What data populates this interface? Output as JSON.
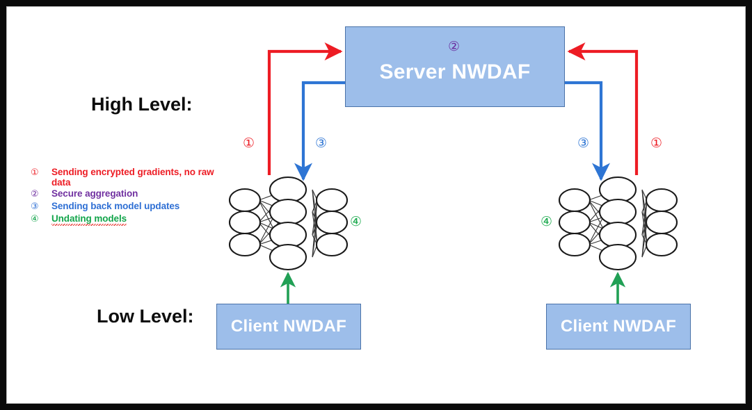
{
  "diagram": {
    "title_high": "High Level:",
    "title_low": "Low Level:",
    "server": {
      "label": "Server NWDAF",
      "marker": "②",
      "fill": "#9DBEEA",
      "border": "#4A72A8",
      "text_color": "#FFFFFF"
    },
    "clients": [
      {
        "label": "Client NWDAF"
      },
      {
        "label": "Client NWDAF"
      }
    ],
    "markers": {
      "step1_left": "①",
      "step3_left": "③",
      "step3_right": "③",
      "step1_right": "①",
      "step4_left": "④",
      "step4_right": "④"
    },
    "legend": [
      {
        "num": "①",
        "text": "Sending encrypted gradients, no raw data",
        "color": "#ED1C24",
        "misspelled": false
      },
      {
        "num": "②",
        "text": "Secure aggregation",
        "color": "#7030A0",
        "misspelled": false
      },
      {
        "num": "③",
        "text": "Sending back model updates",
        "color": "#2E6FD4",
        "misspelled": false
      },
      {
        "num": "④",
        "text": "Undating models",
        "color": "#13A54B",
        "misspelled": true
      }
    ],
    "arrow_colors": {
      "upload": "#ED1C24",
      "download": "#2E75D4",
      "update": "#21A055"
    },
    "network": {
      "layers": [
        3,
        4,
        3
      ],
      "node_stroke": "#1a1a1a",
      "edge_stroke": "#2b2b2b"
    }
  }
}
